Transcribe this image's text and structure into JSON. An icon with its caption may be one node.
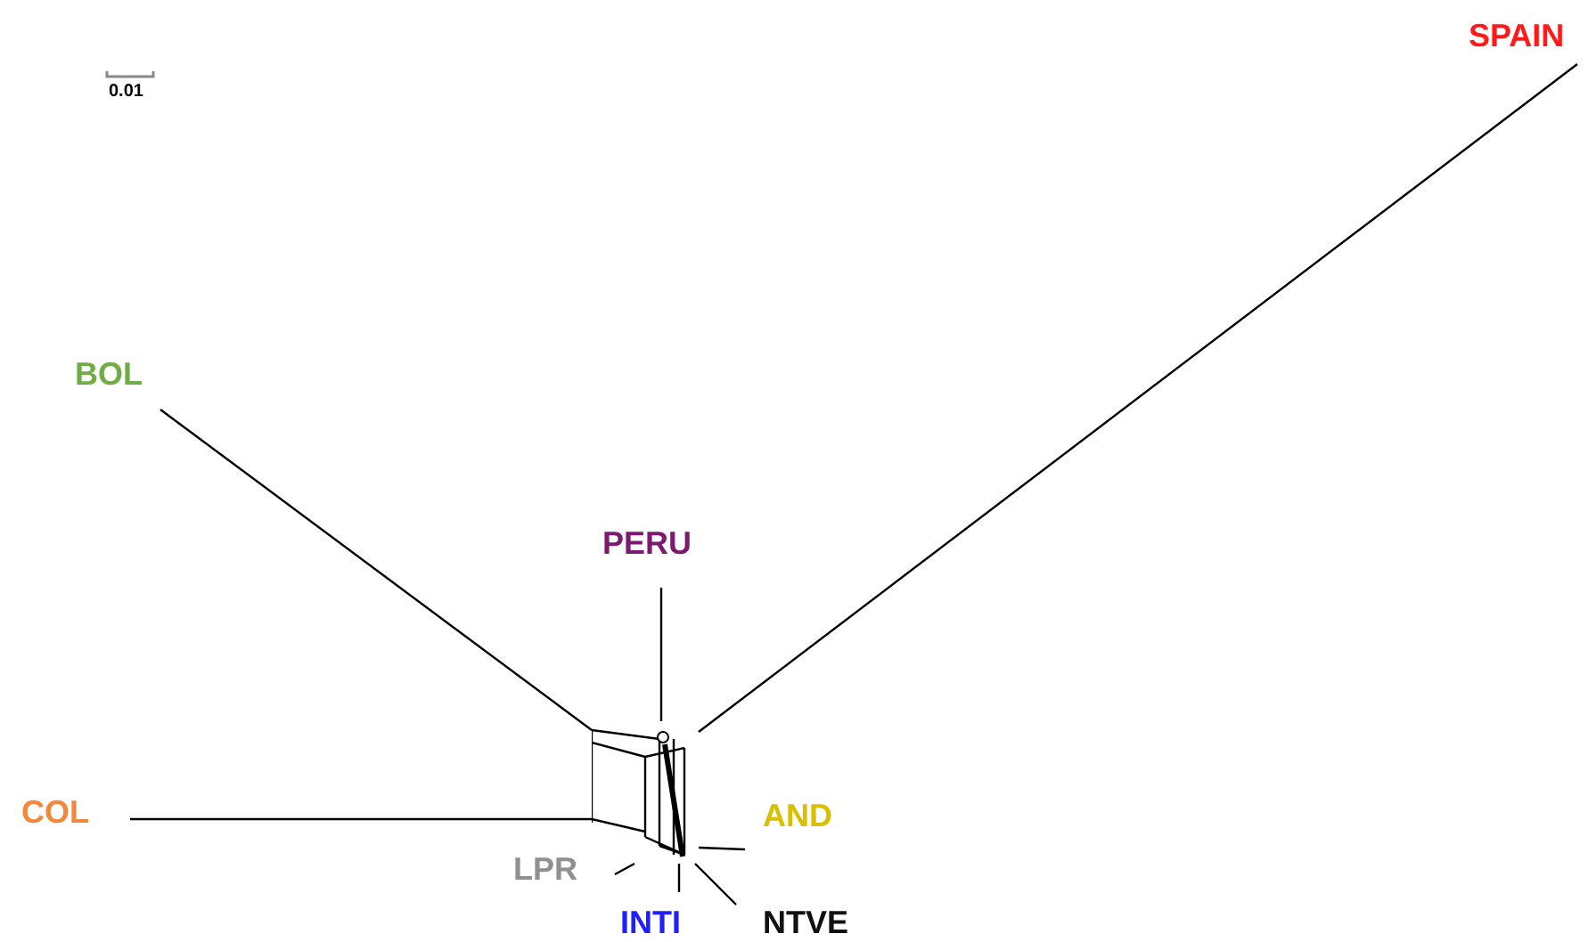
{
  "diagram": {
    "nodes": [
      {
        "text": [
          "SPAIN"
        ]
      },
      {
        "text": [
          "BOL"
        ]
      },
      {
        "text": [
          "PERU"
        ]
      },
      {
        "text": [
          "COL"
        ]
      },
      {
        "text": [
          "AND"
        ]
      },
      {
        "text": [
          "LPR"
        ]
      },
      {
        "text": [
          "INTI"
        ]
      },
      {
        "text": [
          "NTVE"
        ]
      },
      {
        "text": [],
        "shape": "picture"
      }
    ],
    "edges": [
      {
        "from": 0,
        "to": 8,
        "arrow": "none"
      },
      {
        "from": 1,
        "to": 8,
        "arrow": "none"
      },
      {
        "from": 2,
        "to": 8,
        "arrow": "none"
      },
      {
        "from": 3,
        "to": 8,
        "arrow": "none"
      },
      {
        "from": 4,
        "to": 8,
        "arrow": "none"
      },
      {
        "from": 5,
        "to": 8,
        "arrow": "none"
      },
      {
        "from": 6,
        "to": 8,
        "arrow": "none"
      },
      {
        "from": 7,
        "to": 8,
        "arrow": "none"
      }
    ],
    "labels": [
      "0.01"
    ]
  }
}
